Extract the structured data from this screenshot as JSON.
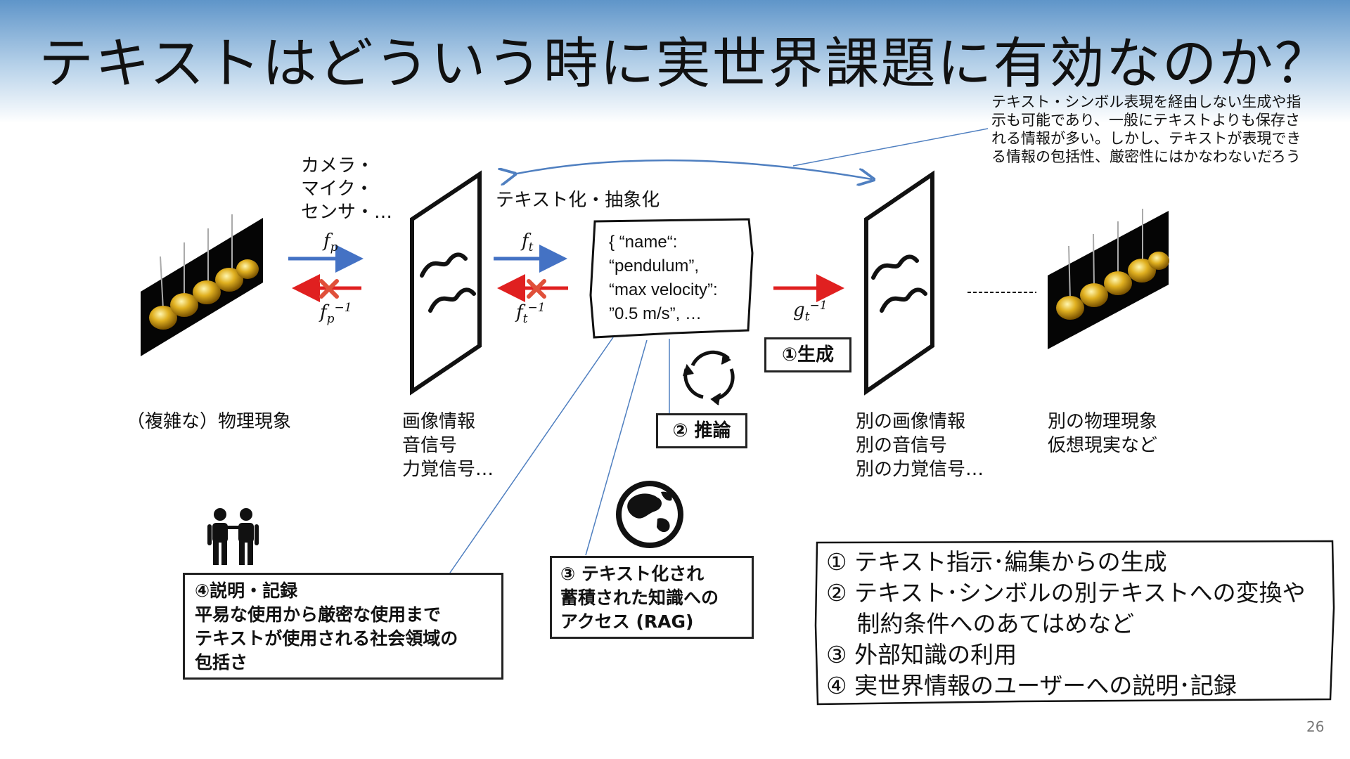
{
  "slide": {
    "title": "テキストはどういう時に実世界課題に有効なのか？",
    "page_number": "26"
  },
  "top_note": {
    "lines": [
      "テキスト・シンボル表現を経由しない生成や指",
      "示も可能であり、一般にテキストよりも保存さ",
      "れる情報が多い。しかし、テキストが表現でき",
      "る情報の包括性、厳密性にはかなわないだろう"
    ]
  },
  "sensors_label": {
    "lines": [
      "カメラ・",
      "マイク・",
      "センサ・…"
    ]
  },
  "textization_label": "テキスト化・抽象化",
  "functions": {
    "fp": "f",
    "fp_sub": "p",
    "fp_inv": "f",
    "fp_inv_sub": "p",
    "fp_inv_sup": "−1",
    "ft": "f",
    "ft_sub": "t",
    "ft_inv": "f",
    "ft_inv_sub": "t",
    "ft_inv_sup": "−1",
    "gt_inv": "g",
    "gt_inv_sub": "t",
    "gt_inv_sup": "−1"
  },
  "json_box": {
    "lines": [
      "{ “name“:",
      "“pendulum”,",
      "“max velocity”:",
      "”0.5 m/s”, …"
    ]
  },
  "badges": {
    "generation": "①生成",
    "inference": "② 推論"
  },
  "captions": {
    "physical": "（複雑な）物理現象",
    "info": [
      "画像情報",
      "音信号",
      "力覚信号…"
    ],
    "other_info": [
      "別の画像情報",
      "別の音信号",
      "別の力覚信号…"
    ],
    "other_physical": [
      "別の物理現象",
      "仮想現実など"
    ]
  },
  "box_explain": {
    "lines": [
      "④説明・記録",
      "平易な使用から厳密な使用まで",
      "テキストが使用される社会領域の",
      "包括さ"
    ]
  },
  "box_rag": {
    "lines": [
      "③ テキスト化され",
      "蓄積された知識への",
      "アクセス (RAG)"
    ]
  },
  "summary": {
    "lines": [
      "① テキスト指示･編集からの生成",
      "② テキスト･シンボルの別テキストへの変換や",
      "　 制約条件へのあてはめなど",
      "③ 外部知識の利用",
      "④ 実世界情報のユーザーへの説明･記録"
    ]
  },
  "icons": {
    "pendulum": "newtons-cradle-image",
    "wave": "signal-wave-icon",
    "cycle": "cycle-arrows-icon",
    "globe": "globe-icon",
    "people": "people-icon",
    "cross": "x-mark-icon"
  },
  "colors": {
    "blue_arrow": "#4472c4",
    "red_arrow": "#e02020",
    "cross": "#e0503a",
    "thin_line": "#4f7fc0"
  }
}
